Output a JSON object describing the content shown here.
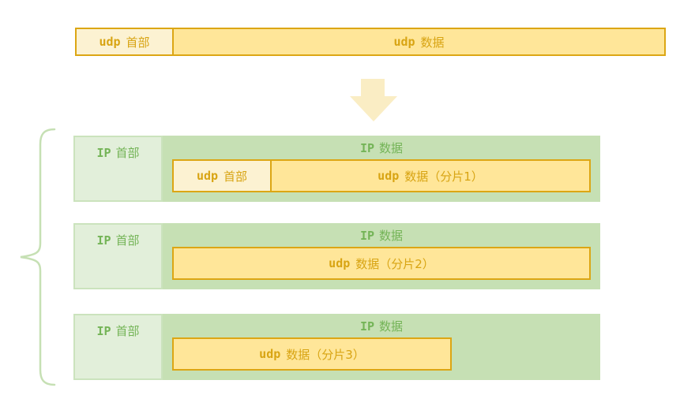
{
  "colors": {
    "gold_border": "#dca614",
    "gold_text": "#d8a413",
    "cream_fill": "#fcf2d2",
    "yellow_fill": "#ffe699",
    "green_fill": "#c6e0b4",
    "green_light_fill": "#e2efda",
    "green_light_border": "#cbe3bd",
    "green_text": "#74b457",
    "arrow_fill": "#faedc4",
    "brace_stroke": "#c6e0b4",
    "page_bg": "#ffffff"
  },
  "udp_bar": {
    "header": {
      "latin": "udp",
      "cjk": "首部"
    },
    "data": {
      "latin": "udp",
      "cjk": "数据"
    }
  },
  "arrow": {
    "icon": "down-arrow"
  },
  "ip_packets": [
    {
      "header": {
        "latin": "IP",
        "cjk": "首部"
      },
      "data_label": {
        "latin": "IP",
        "cjk": "数据"
      },
      "fragment": {
        "header": {
          "latin": "udp",
          "cjk": "首部"
        },
        "data": {
          "latin": "udp",
          "cjk": "数据（分片1）"
        }
      }
    },
    {
      "header": {
        "latin": "IP",
        "cjk": "首部"
      },
      "data_label": {
        "latin": "IP",
        "cjk": "数据"
      },
      "fragment": {
        "data": {
          "latin": "udp",
          "cjk": "数据（分片2）"
        }
      }
    },
    {
      "header": {
        "latin": "IP",
        "cjk": "首部"
      },
      "data_label": {
        "latin": "IP",
        "cjk": "数据"
      },
      "fragment": {
        "data": {
          "latin": "udp",
          "cjk": "数据（分片3）"
        }
      }
    }
  ]
}
